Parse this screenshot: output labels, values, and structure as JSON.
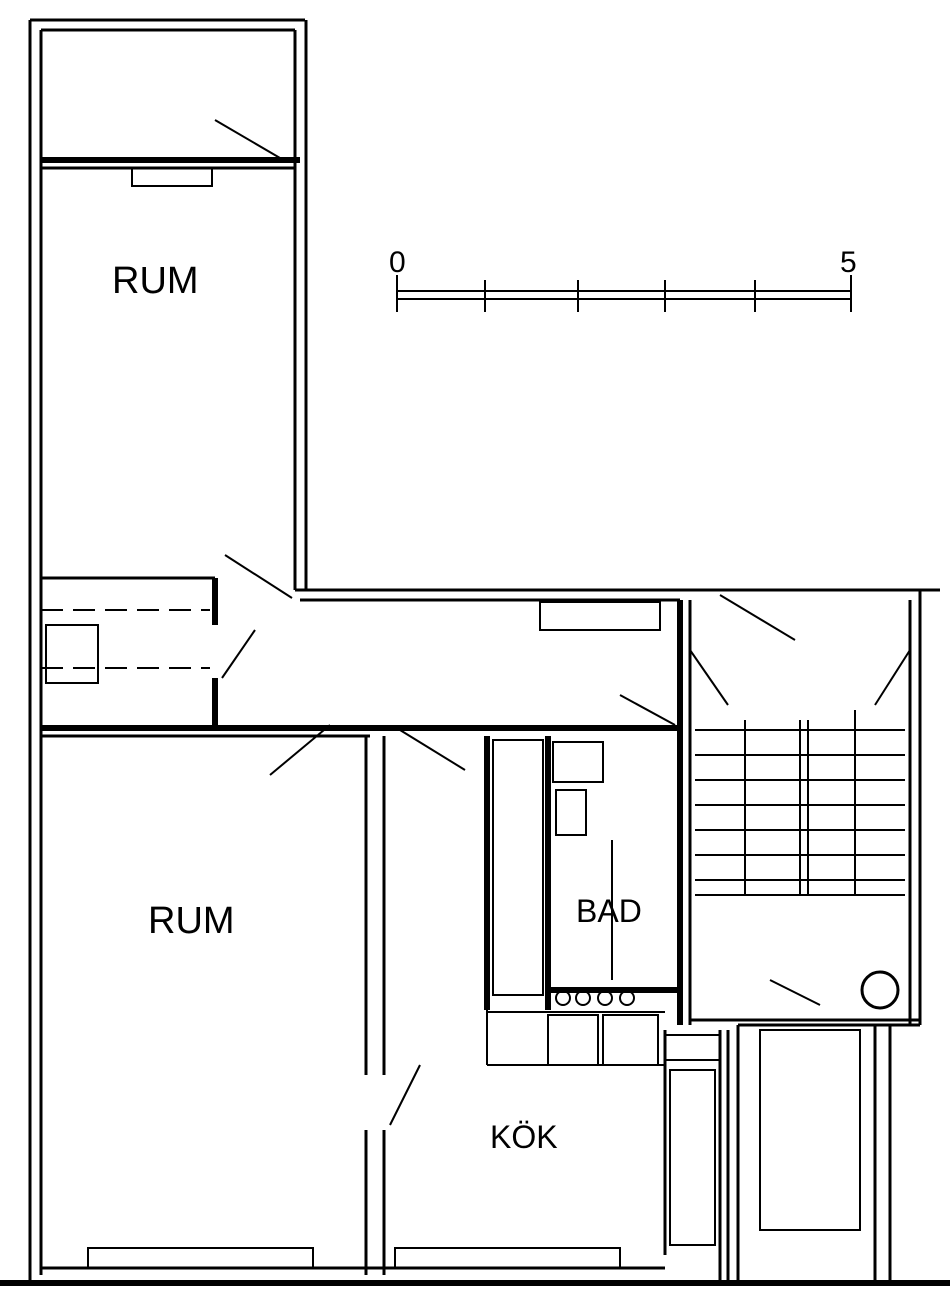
{
  "rooms": {
    "room_upper": "RUM",
    "room_lower": "RUM",
    "bathroom": "BAD",
    "kitchen": "KÖK"
  },
  "scale_bar": {
    "start_label": "0",
    "end_label": "5",
    "divisions": 5
  },
  "colors": {
    "ink": "#000000",
    "paper": "#ffffff"
  }
}
